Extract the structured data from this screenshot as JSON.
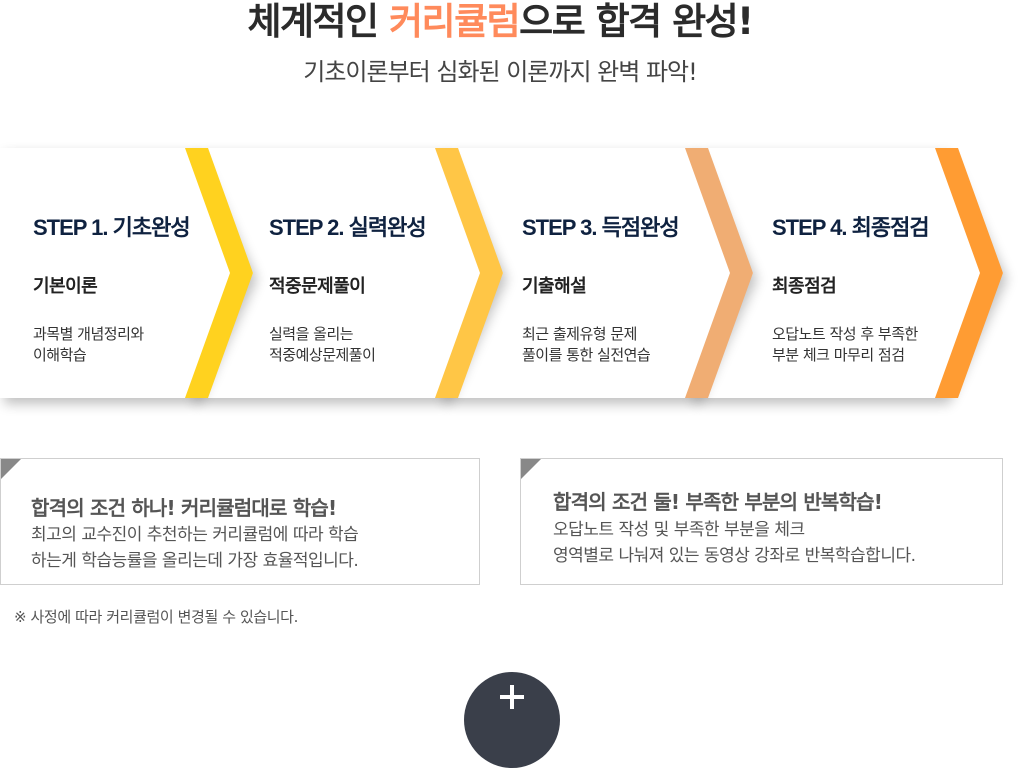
{
  "headline": {
    "part1": "체계적인 ",
    "accent": "커리큘럼",
    "part2": "으로 합격 완성!",
    "accent_color": "#ff8a5b"
  },
  "subline": "기초이론부터 심화된 이론까지 완벽 파악!",
  "steps": [
    {
      "title": "STEP 1.  기초완성",
      "subtitle": "기본이론",
      "desc": [
        "과목별 개념정리와",
        "이해학습"
      ],
      "color": "#ffd21f"
    },
    {
      "title": "STEP 2.  실력완성",
      "subtitle": "적중문제풀이",
      "desc": [
        "실력을 올리는",
        "적중예상문제풀이"
      ],
      "color": "#ffc646"
    },
    {
      "title": "STEP 3.  득점완성",
      "subtitle": "기출해설",
      "desc": [
        "최근 출제유형 문제",
        "풀이를 통한 실전연습"
      ],
      "color": "#f0ad73"
    },
    {
      "title": "STEP 4.  최종점검",
      "subtitle": "최종점검",
      "desc": [
        "오답노트 작성 후 부족한",
        "부분 체크 마무리 점검"
      ],
      "color": "#ff9c33"
    }
  ],
  "conditions": [
    {
      "title": "합격의 조건 하나!  커리큘럼대로 학습!",
      "body": [
        "최고의 교수진이 추천하는 커리큘럼에 따라 학습",
        "하는게 학습능률을 올리는데 가장 효율적입니다."
      ]
    },
    {
      "title": "합격의 조건 둘! 부족한 부분의 반복학습!",
      "body": [
        "오답노트 작성 및 부족한 부분을 체크",
        "영역별로 나눠져 있는 동영상 강좌로 반복학습합니다."
      ]
    }
  ],
  "note": "※ 사정에 따라 커리큘럼이 변경될 수 있습니다.",
  "more_button_icon": "plus-icon"
}
